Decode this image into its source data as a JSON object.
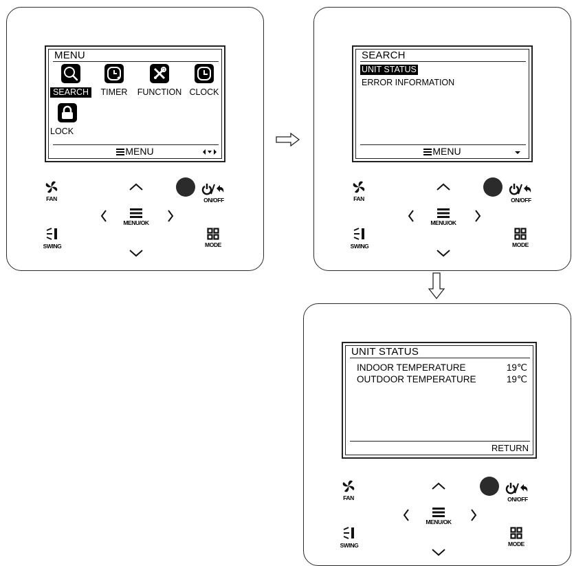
{
  "panel1": {
    "screen_title": "MENU",
    "items": [
      {
        "label": "SEARCH",
        "icon": "magnifier-icon",
        "selected": true
      },
      {
        "label": "TIMER",
        "icon": "timer-icon",
        "selected": false
      },
      {
        "label": "FUNCTION",
        "icon": "tools-icon",
        "selected": false
      },
      {
        "label": "CLOCK",
        "icon": "clock-icon",
        "selected": false
      },
      {
        "label": "LOCK",
        "icon": "lock-icon",
        "selected": false
      }
    ],
    "footer_label": "MENU",
    "footer_nav_icon": "left-down-right-arrows-icon"
  },
  "panel2": {
    "screen_title": "SEARCH",
    "items": [
      {
        "label": "UNIT STATUS",
        "selected": true
      },
      {
        "label": "ERROR INFORMATION",
        "selected": false
      }
    ],
    "footer_label": "MENU",
    "footer_nav_icon": "down-arrow-icon"
  },
  "panel3": {
    "screen_title": "UNIT STATUS",
    "rows": [
      {
        "label": "INDOOR TEMPERATURE",
        "value": "19℃"
      },
      {
        "label": "OUTDOOR TEMPERATURE",
        "value": "19℃"
      }
    ],
    "footer_label": "RETURN"
  },
  "buttons": {
    "fan": "FAN",
    "swing": "SWING",
    "menu_ok": "MENU/OK",
    "on_off": "ON/OFF",
    "mode": "MODE"
  },
  "flow_arrows": [
    "right-arrow-icon",
    "down-arrow-icon"
  ],
  "colors": {
    "outline": "#222222",
    "sensor": "#2b2b2b",
    "background": "#ffffff"
  }
}
